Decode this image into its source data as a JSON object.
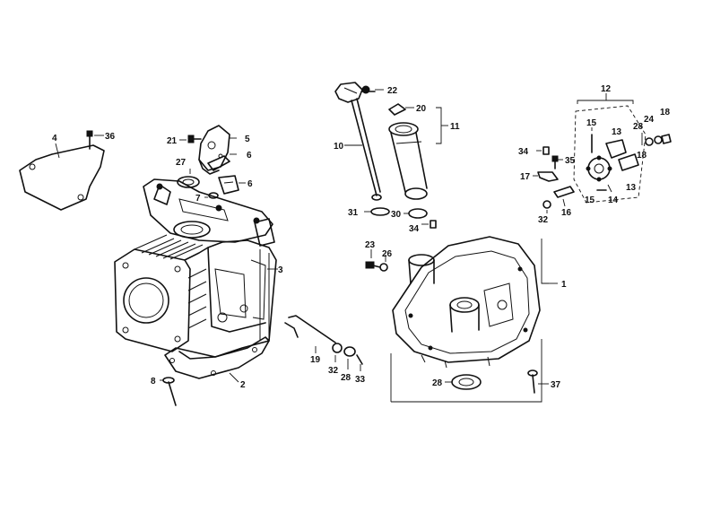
{
  "diagram": {
    "labels": {
      "p1": "1",
      "p2": "2",
      "p3": "3",
      "p4": "4",
      "p5": "5",
      "p6a": "6",
      "p6b": "6",
      "p7": "7",
      "p8": "8",
      "p10": "10",
      "p11": "11",
      "p12": "12",
      "p13a": "13",
      "p13b": "13",
      "p14": "14",
      "p15a": "15",
      "p15b": "15",
      "p16": "16",
      "p17": "17",
      "p18a": "18",
      "p18b": "18",
      "p19": "19",
      "p20": "20",
      "p21": "21",
      "p22": "22",
      "p23": "23",
      "p24": "24",
      "p26": "26",
      "p27": "27",
      "p28a": "28",
      "p28b": "28",
      "p28c": "28",
      "p30": "30",
      "p31": "31",
      "p32a": "32",
      "p32b": "32",
      "p33": "33",
      "p34a": "34",
      "p34b": "34",
      "p35": "35",
      "p36": "36",
      "p37": "37"
    }
  }
}
